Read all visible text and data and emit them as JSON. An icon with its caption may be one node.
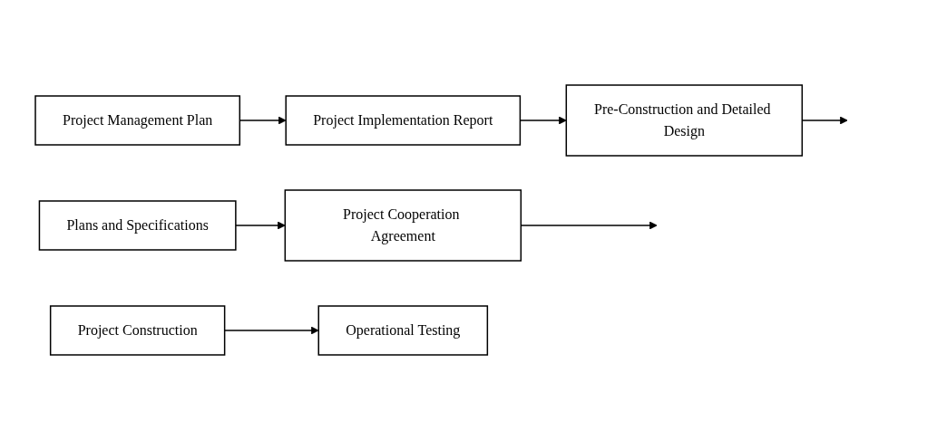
{
  "diagram": {
    "nodes": [
      {
        "text": [
          "Project Management Plan"
        ]
      },
      {
        "text": [
          "Project Implementation Report"
        ]
      },
      {
        "text": [
          "Pre-Construction and Detailed Design"
        ]
      },
      {
        "text": [
          "Plans and Specifications"
        ]
      },
      {
        "text": [
          "Project Cooperation Agreement"
        ]
      },
      {
        "text": [
          "Project Construction"
        ]
      },
      {
        "text": [
          "Operational Testing"
        ]
      }
    ],
    "edges": [
      {
        "from": 0,
        "to": 1,
        "arrow": "to"
      },
      {
        "from": 1,
        "to": 2,
        "arrow": "to"
      },
      {
        "from": 2,
        "to": null,
        "arrow": "to"
      },
      {
        "from": 3,
        "to": 4,
        "arrow": "to"
      },
      {
        "from": 4,
        "to": null,
        "arrow": "to"
      },
      {
        "from": 5,
        "to": 6,
        "arrow": "to"
      }
    ]
  }
}
